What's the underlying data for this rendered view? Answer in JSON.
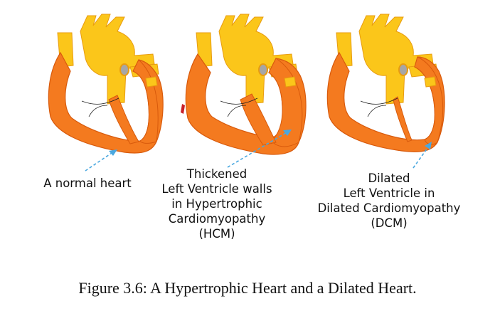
{
  "colors": {
    "muscle": "#f47a1f",
    "muscle_edge": "#d85a0c",
    "vessel": "#fbc61a",
    "vessel_edge": "#e89c10",
    "pointer": "#4aa8e0",
    "valve": "#a6a6a6",
    "lesion": "#c8202a"
  },
  "hearts": [
    {
      "id": "normal",
      "lines": [
        "A normal heart"
      ]
    },
    {
      "id": "hcm",
      "lines": [
        "Thickened",
        "Left Ventricle walls",
        "in Hypertrophic",
        "Cardiomyopathy",
        "(HCM)"
      ]
    },
    {
      "id": "dcm",
      "lines": [
        "Dilated",
        "Left Ventricle  in",
        "Dilated Cardiomyopathy",
        "(DCM)"
      ]
    }
  ],
  "caption": "Figure 3.6: A Hypertrophic Heart and a Dilated Heart."
}
